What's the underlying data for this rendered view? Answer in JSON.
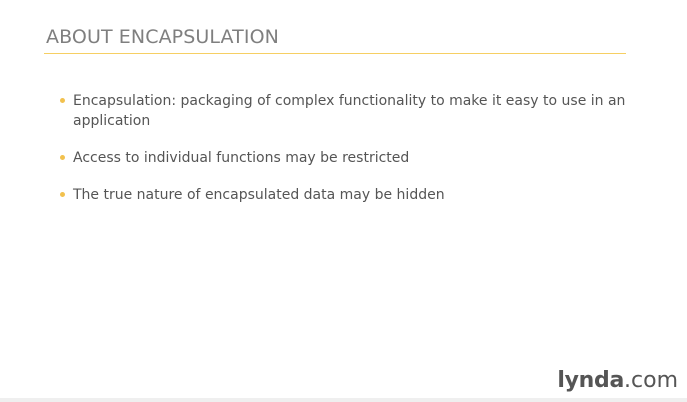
{
  "slide": {
    "title": "ABOUT ENCAPSULATION",
    "bullets": [
      "Encapsulation: packaging of complex functionality to make it easy to use in an application",
      "Access to individual functions may be restricted",
      "The true nature of encapsulated data may be hidden"
    ]
  },
  "branding": {
    "logo_main": "lynda",
    "logo_suffix": ".com"
  },
  "colors": {
    "title_text": "#7f7f7f",
    "accent": "#f2c14e",
    "body_text": "#555555",
    "background": "#ffffff"
  }
}
